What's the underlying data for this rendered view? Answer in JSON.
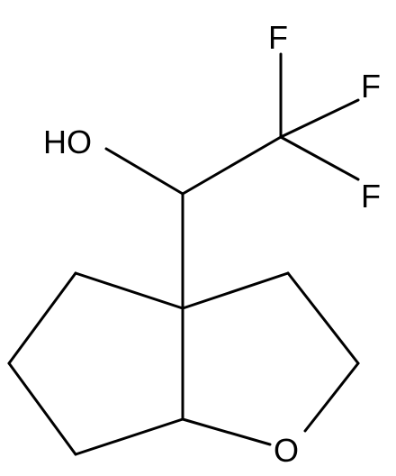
{
  "molecule": {
    "atoms": {
      "hydroxyl": "HO",
      "fluorine_top": "F",
      "fluorine_right": "F",
      "fluorine_lower": "F",
      "ring_oxygen": "O"
    }
  },
  "colors": {
    "bond": "#000000",
    "label": "#000000",
    "background": "#ffffff"
  }
}
